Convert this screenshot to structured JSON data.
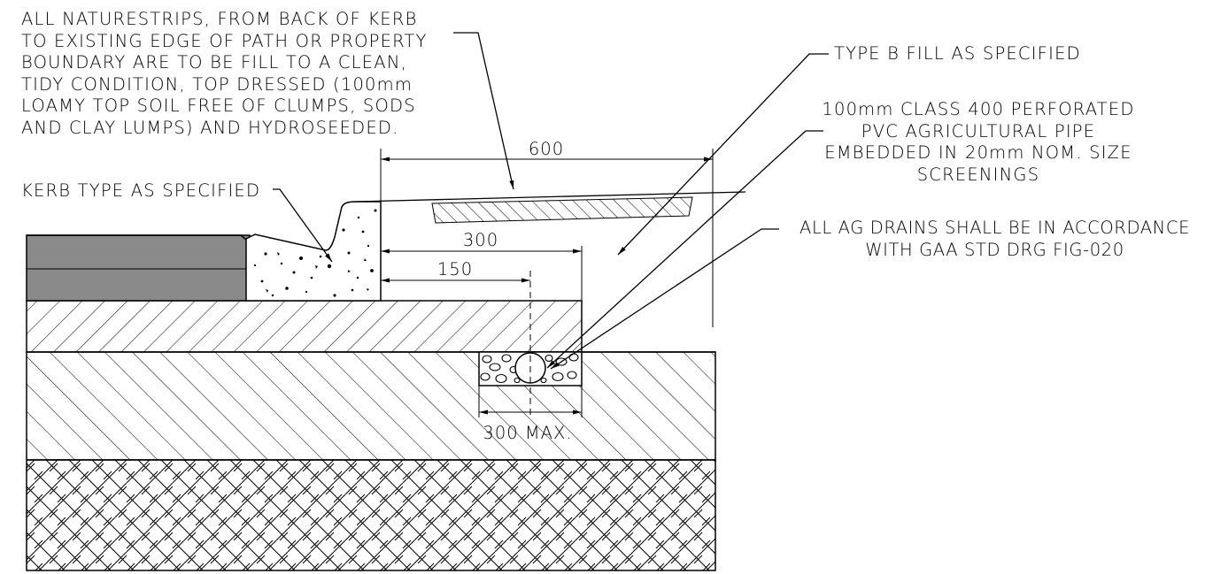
{
  "notes": {
    "naturestrips": {
      "lines": [
        "ALL NATURESTRIPS, FROM BACK OF KERB",
        "TO EXISTING EDGE OF PATH OR PROPERTY",
        "BOUNDARY ARE TO BE FILL TO A CLEAN,",
        "TIDY CONDITION, TOP DRESSED (100mm",
        "LOAMY TOP SOIL FREE OF CLUMPS, SODS",
        "AND CLAY LUMPS) AND HYDROSEEDED."
      ]
    },
    "kerb": "KERB TYPE AS SPECIFIED",
    "fill": "TYPE B FILL AS SPECIFIED",
    "pipe": {
      "lines": [
        "100mm CLASS 400 PERFORATED",
        "PVC AGRICULTURAL PIPE",
        "EMBEDDED IN 20mm NOM. SIZE",
        "SCREENINGS"
      ]
    },
    "ag_drains": {
      "lines": [
        "ALL AG DRAINS SHALL BE IN ACCORDANCE",
        "WITH GAA STD DRG FIG-020"
      ]
    }
  },
  "dimensions": {
    "d600": "600",
    "d300": "300",
    "d150": "150",
    "d300max": "300 MAX."
  },
  "colors": {
    "line": "#000000",
    "pavement_fill": "#8a8a8a",
    "background": "#ffffff"
  }
}
